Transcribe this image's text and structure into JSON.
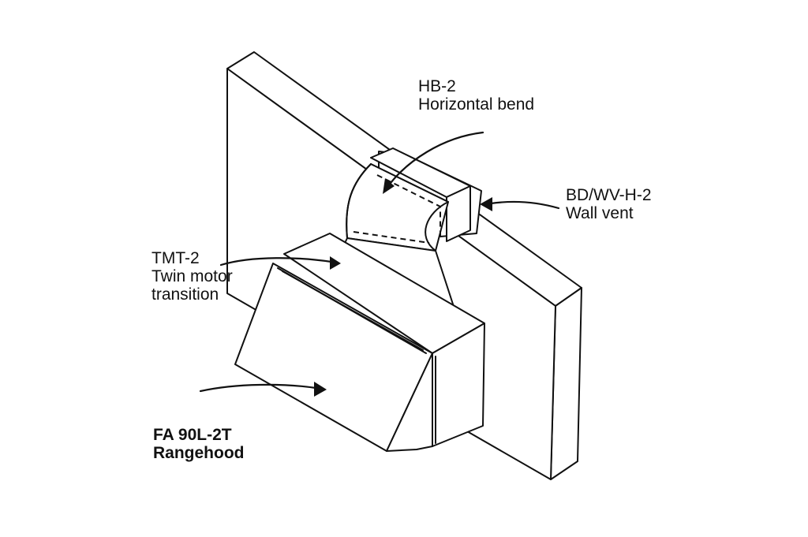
{
  "labels": {
    "horizontal_bend": {
      "code": "HB-2",
      "desc": "Horizontal bend"
    },
    "wall_vent": {
      "code": "BD/WV-H-2",
      "desc": "Wall vent"
    },
    "transition": {
      "code": "TMT-2",
      "desc": "Twin motor",
      "desc2": "transition"
    },
    "rangehood": {
      "code": "FA 90L-2T",
      "desc": "Rangehood"
    }
  },
  "colors": {
    "line": "#111111",
    "background": "#ffffff"
  }
}
